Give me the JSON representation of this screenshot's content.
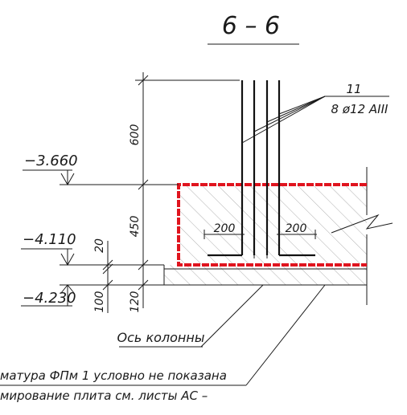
{
  "section": {
    "title": "6 – 6"
  },
  "callout": {
    "position": "11",
    "spec": "8 ø12 AIII"
  },
  "elevations": [
    "−3.660",
    "−4.110",
    "−4.230"
  ],
  "dimensions": {
    "vertical": [
      "600",
      "450",
      "20",
      "100",
      "120"
    ],
    "horizontal": [
      "200",
      "200"
    ]
  },
  "labels": {
    "axis": "Ось колонны"
  },
  "notes": [
    "матура ФПм 1 условно не показана",
    "мирование плита см. листы АС –"
  ],
  "colors": {
    "line": "#1a1a1a",
    "highlight": "#e0141e",
    "hatch": "#7a7a7a"
  }
}
